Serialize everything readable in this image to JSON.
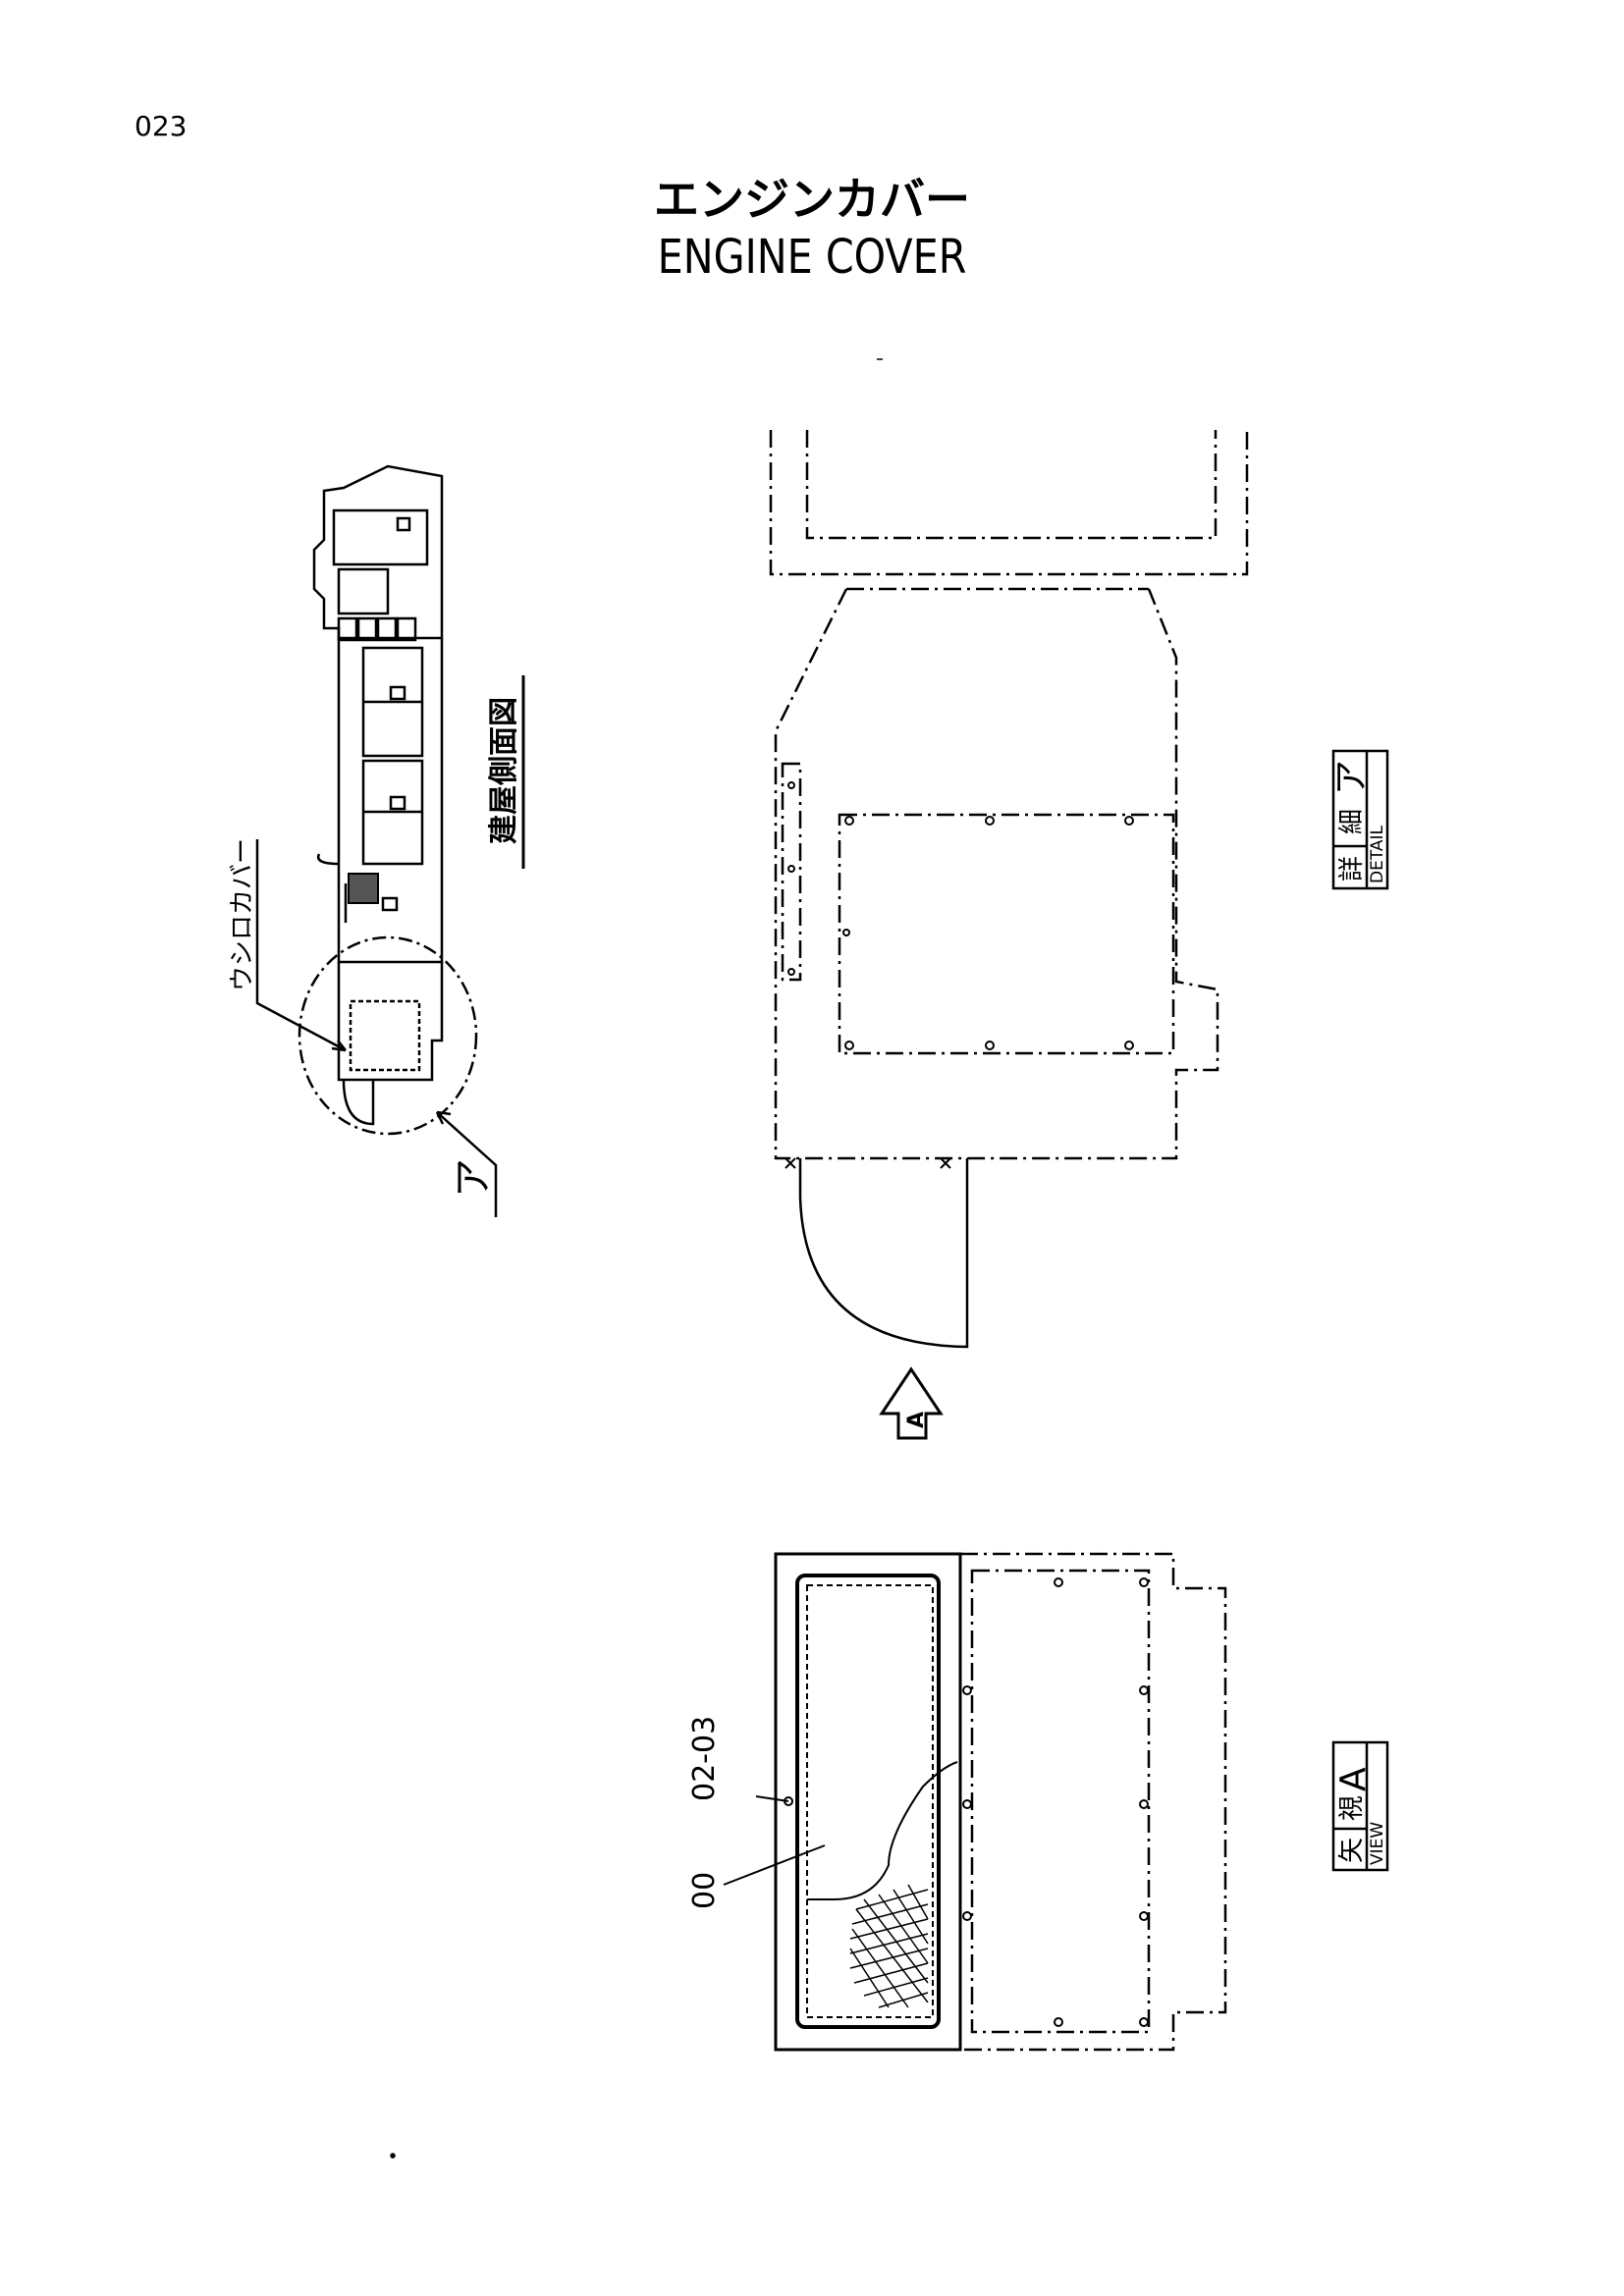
{
  "page": {
    "number": "023",
    "title_jp": "エンジンカバー",
    "title_en": "ENGINE COVER"
  },
  "side_view": {
    "caption": "建屋側面図",
    "rear_cover_label": "ウシロカバー",
    "detail_marker": "ア"
  },
  "detail_view": {
    "box_kanji_1": "詳",
    "box_kanji_2": "細",
    "box_marker": "ア",
    "box_english": "DETAIL",
    "arrow_label": "A"
  },
  "view_a": {
    "box_kanji_1": "矢",
    "box_kanji_2": "視",
    "box_letter": "A",
    "box_english": "VIEW",
    "callouts": [
      "02-03",
      "00"
    ]
  }
}
